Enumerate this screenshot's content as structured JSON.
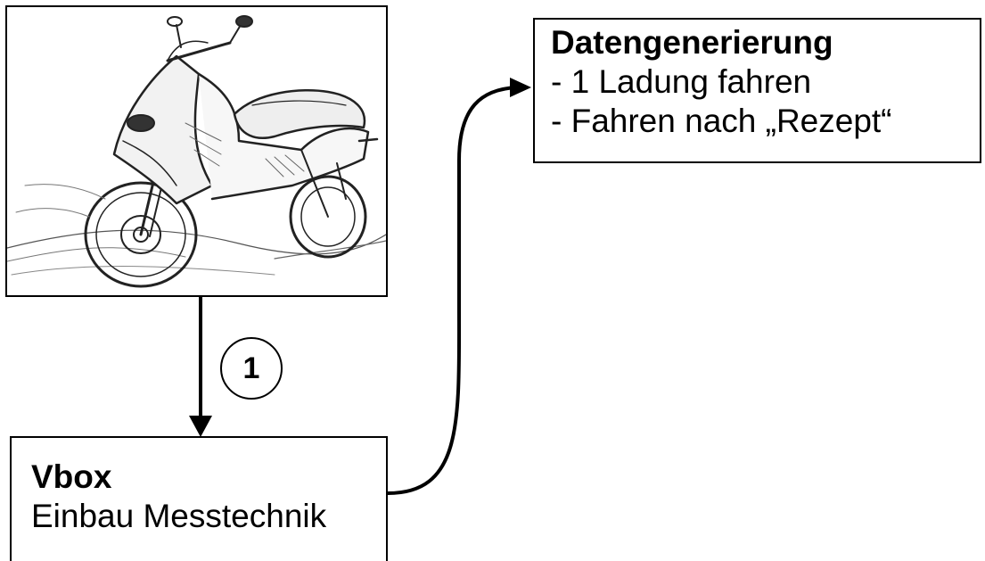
{
  "vbox_node": {
    "title": "Vbox",
    "subtitle": "Einbau Messtechnik"
  },
  "data_node": {
    "title": "Datengenerierung",
    "items": [
      "- 1 Ladung fahren",
      "- Fahren nach „Rezept“"
    ]
  },
  "step": {
    "label": "1"
  },
  "sketch": {
    "icon": "scooter-sketch-icon"
  }
}
